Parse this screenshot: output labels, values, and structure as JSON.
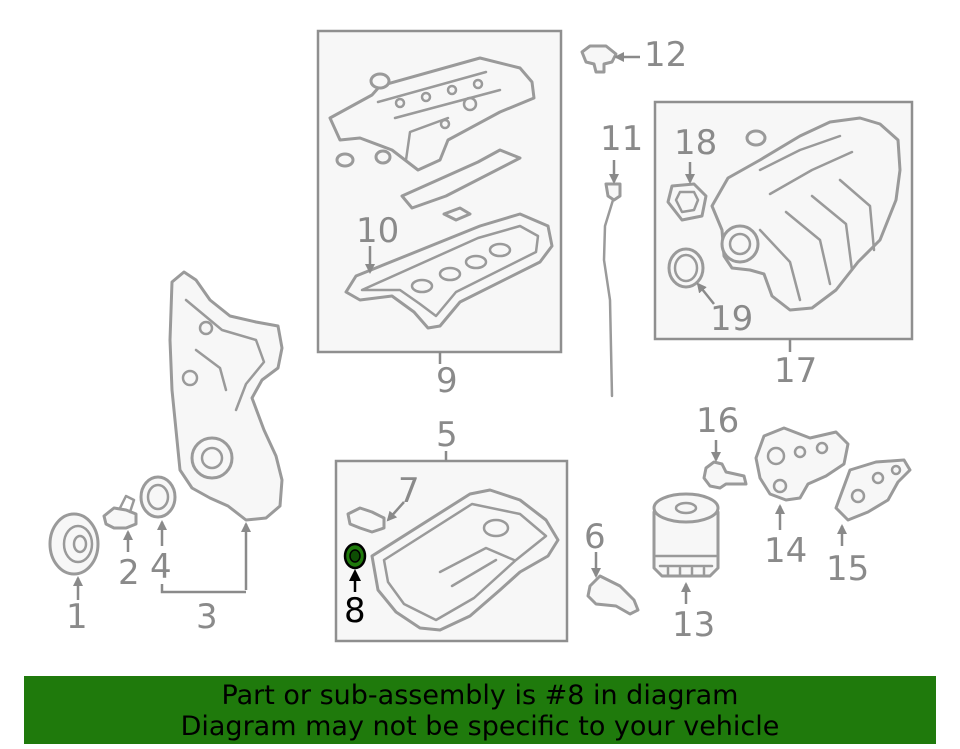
{
  "callouts": {
    "c1": "1",
    "c2": "2",
    "c3": "3",
    "c4": "4",
    "c5": "5",
    "c6": "6",
    "c7": "7",
    "c8": "8",
    "c9": "9",
    "c10": "10",
    "c11": "11",
    "c12": "12",
    "c13": "13",
    "c14": "14",
    "c15": "15",
    "c16": "16",
    "c17": "17",
    "c18": "18",
    "c19": "19"
  },
  "highlight": {
    "part": "8",
    "color": "#1f7a0c"
  },
  "banner": {
    "line1": "Part or sub-assembly is #8 in diagram",
    "line2": "Diagram may not be specific to your vehicle",
    "background": "#1f7a0c"
  }
}
